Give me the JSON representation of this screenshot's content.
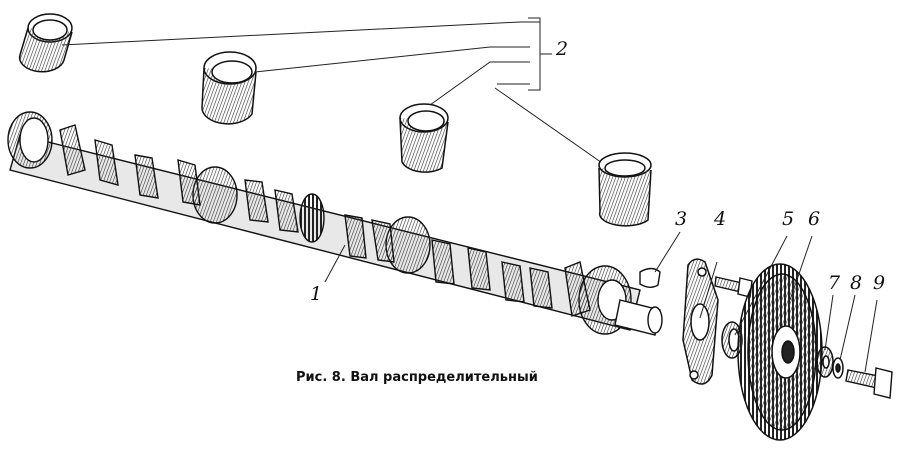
{
  "figure": {
    "caption": "Рис. 8. Вал распределительный",
    "callouts": [
      {
        "id": "1",
        "label": "1"
      },
      {
        "id": "2",
        "label": "2"
      },
      {
        "id": "3",
        "label": "3"
      },
      {
        "id": "4",
        "label": "4"
      },
      {
        "id": "5",
        "label": "5"
      },
      {
        "id": "6",
        "label": "6"
      },
      {
        "id": "7",
        "label": "7"
      },
      {
        "id": "8",
        "label": "8"
      },
      {
        "id": "9",
        "label": "9"
      }
    ]
  },
  "colors": {
    "ink": "#1a1a1a",
    "shade": "#555555",
    "paper": "#ffffff"
  }
}
